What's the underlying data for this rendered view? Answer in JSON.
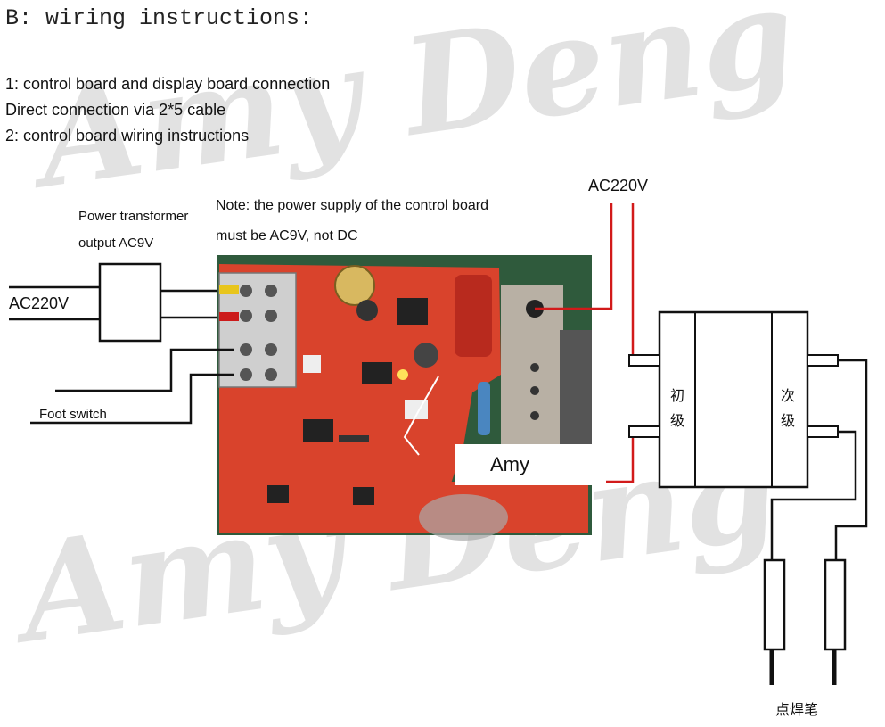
{
  "header": {
    "title": "B: wiring instructions:"
  },
  "instructions": [
    "1: control board and display board connection",
    "Direct connection via 2*5 cable",
    "2: control board wiring instructions"
  ],
  "labels": {
    "transformer_line1": "Power transformer",
    "transformer_line2": "output AC9V",
    "note_line1": "Note: the power supply of the control board",
    "note_line2": "must be AC9V, not DC",
    "ac_left": "AC220V",
    "ac_right": "AC220V",
    "foot_switch": "Foot switch",
    "amy": "Amy",
    "primary_1": "初",
    "primary_2": "级",
    "secondary_1": "次",
    "secondary_2": "级",
    "pen": "点焊笔"
  },
  "watermark": {
    "text": "Amy Deng",
    "colors": {
      "pcb": "#d9432c",
      "board_bg": "#2f5a3c",
      "wire_red": "#d21a1a"
    }
  }
}
